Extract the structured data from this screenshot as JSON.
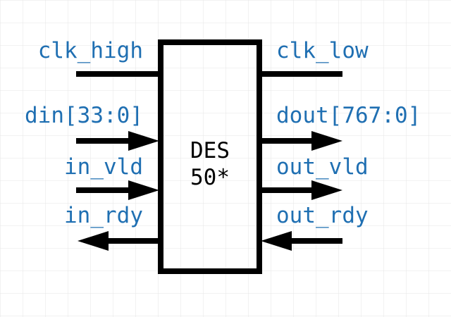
{
  "block": {
    "line1": "DES",
    "line2": "50*"
  },
  "signals": {
    "left": [
      {
        "label": "clk_high",
        "arrow": "none"
      },
      {
        "label": "din[33:0]",
        "arrow": "in"
      },
      {
        "label": "in_vld",
        "arrow": "in"
      },
      {
        "label": "in_rdy",
        "arrow": "out"
      }
    ],
    "right": [
      {
        "label": "clk_low",
        "arrow": "none"
      },
      {
        "label": "dout[767:0]",
        "arrow": "out"
      },
      {
        "label": "out_vld",
        "arrow": "out"
      },
      {
        "label": "out_rdy",
        "arrow": "in"
      }
    ]
  },
  "colors": {
    "label": "#1f6fb2",
    "line": "#000000",
    "grid": "#e6e6e6",
    "background": "#ffffff"
  }
}
